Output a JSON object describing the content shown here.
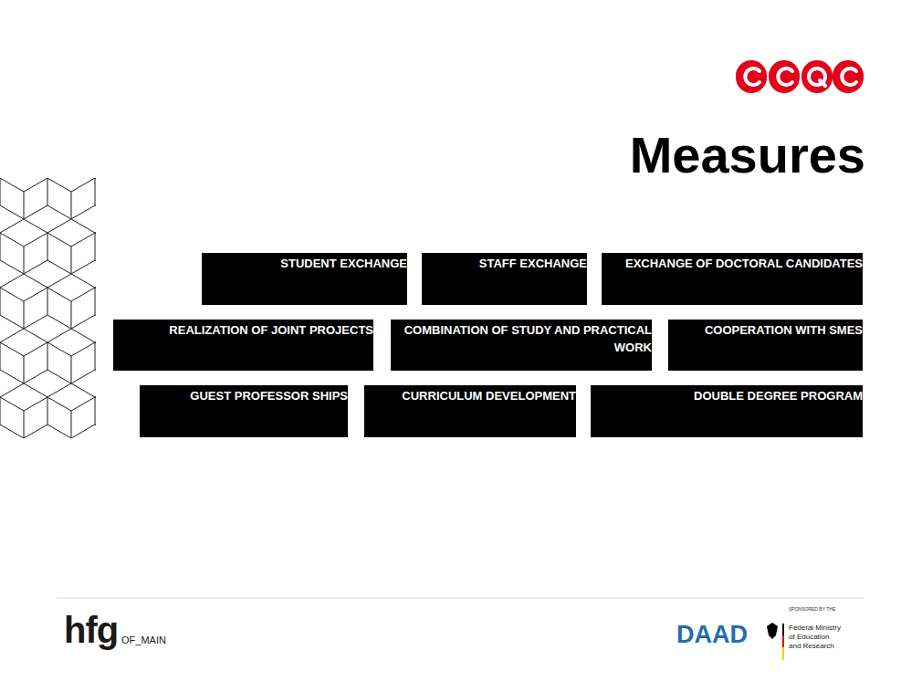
{
  "diagram": {
    "title": "Measures",
    "nodes": [
      {
        "text": [
          "STUDENT EXCHANGE"
        ]
      },
      {
        "text": [
          "STAFF EXCHANGE"
        ]
      },
      {
        "text": [
          "EXCHANGE OF DOCTORAL CANDIDATES"
        ]
      },
      {
        "text": [
          "REALIZATION OF JOINT PROJECTS"
        ]
      },
      {
        "text": [
          "COMBINATION OF STUDY AND PRACTICAL WORK"
        ]
      },
      {
        "text": [
          "COOPERATION WITH SMES"
        ]
      },
      {
        "text": [
          "GUEST PROFESSOR SHIPS"
        ]
      },
      {
        "text": [
          "CURRICULUM DEVELOPMENT"
        ]
      },
      {
        "text": [
          "DOUBLE DEGREE PROGRAM"
        ]
      }
    ],
    "labels": [
      "hfg",
      "OF_MAIN",
      "DAAD",
      "SPONSORED BY THE",
      "Federal Ministry of Education and Research"
    ]
  }
}
